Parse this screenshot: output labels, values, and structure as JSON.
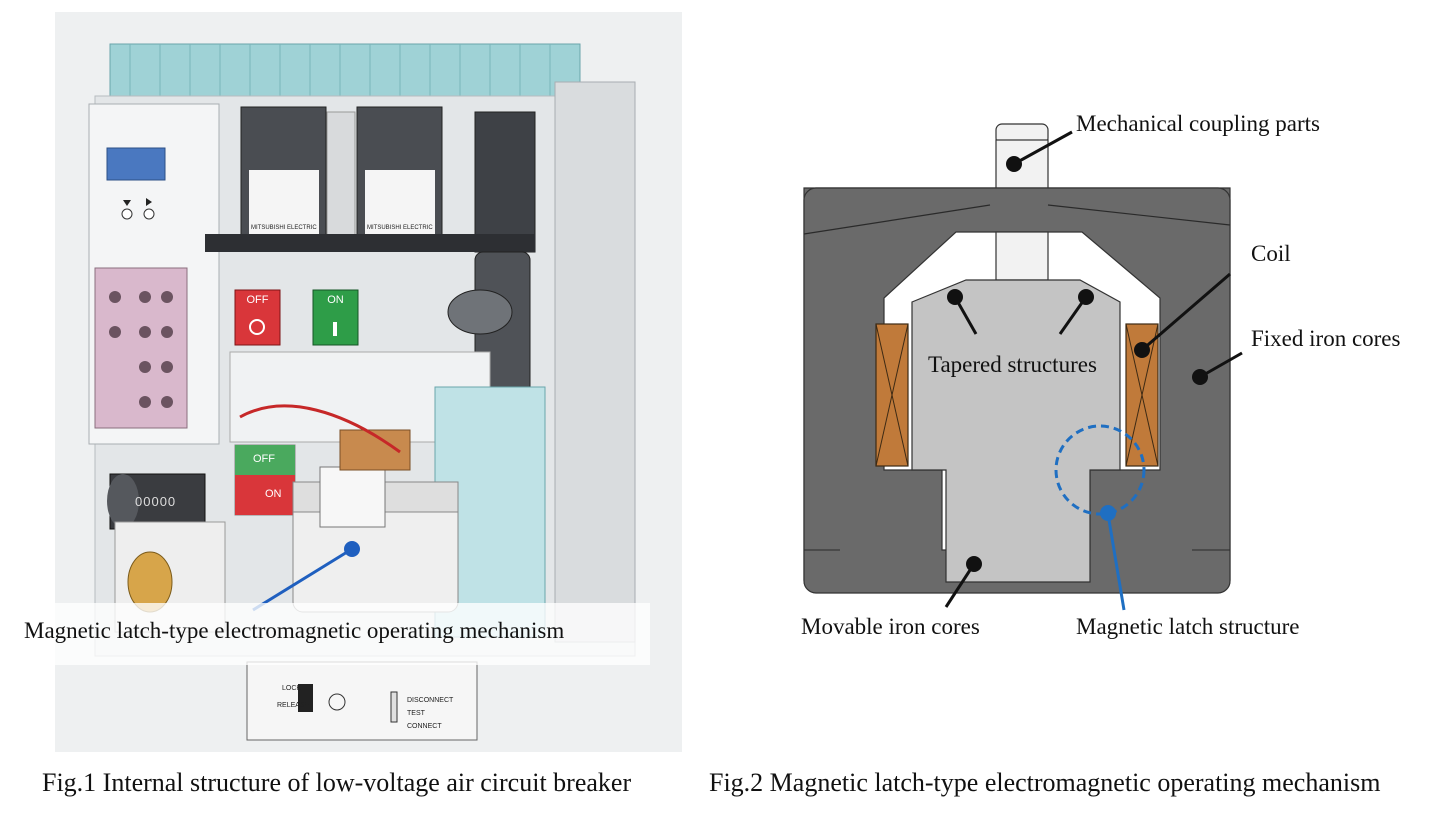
{
  "figure1": {
    "caption": "Fig.1 Internal structure of low-voltage air circuit breaker",
    "callout": "Magnetic latch-type electromagnetic operating mechanism",
    "panel": {
      "off_button": "OFF",
      "on_button": "ON",
      "indicator_off": "OFF",
      "indicator_on": "ON",
      "counter": "00000",
      "brand": "MITSUBISHI ELECTRIC",
      "lock": "LOCK",
      "release": "RELEASE",
      "positions": [
        "DISCONNECT",
        "TEST",
        "CONNECT"
      ]
    }
  },
  "figure2": {
    "caption": "Fig.2 Magnetic latch-type electromagnetic operating mechanism",
    "labels": {
      "coupling": "Mechanical coupling parts",
      "coil": "Coil",
      "fixed": "Fixed iron cores",
      "tapered": "Tapered structures",
      "movable": "Movable iron cores",
      "latch": "Magnetic latch structure"
    }
  },
  "colors": {
    "fixed_core": "#6a6a6a",
    "movable_core": "#c4c4c4",
    "coil": "#c07a3a",
    "latch_accent": "#1f6fc2"
  }
}
